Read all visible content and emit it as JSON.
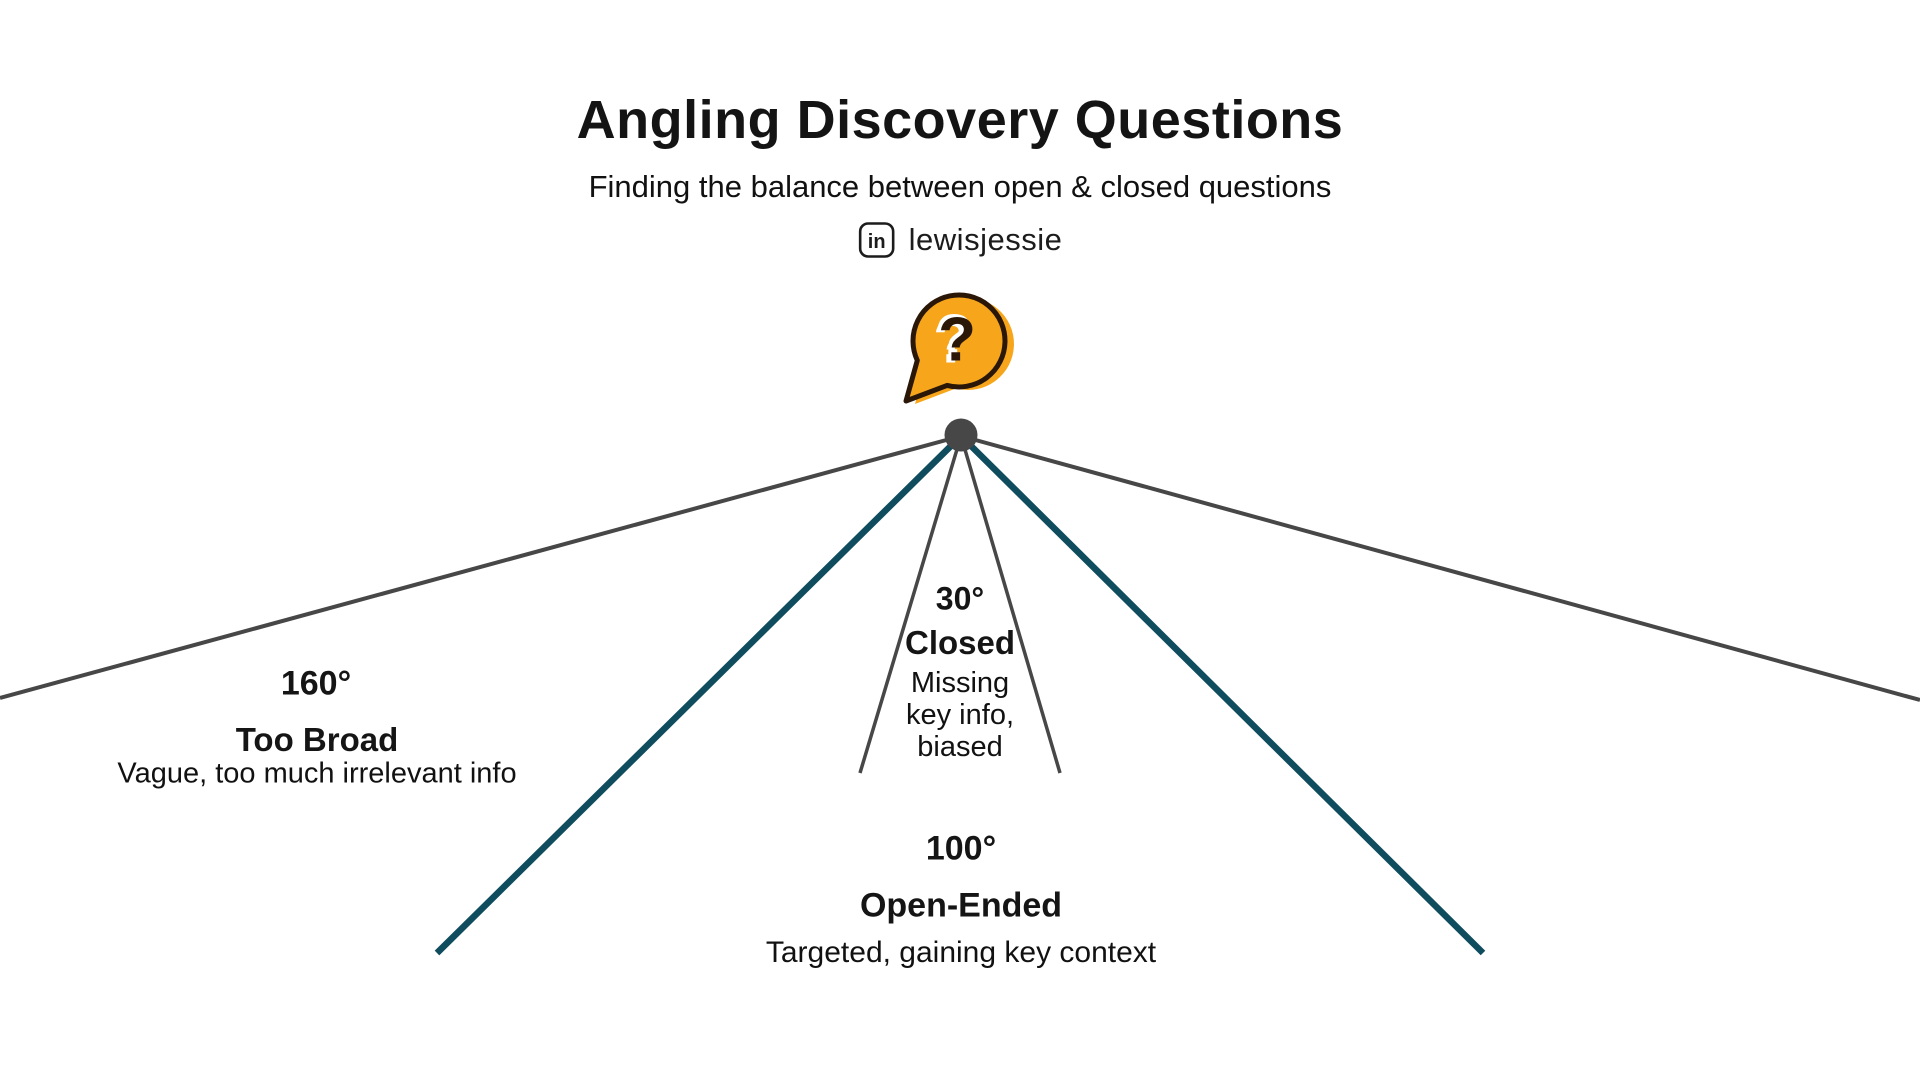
{
  "header": {
    "title": "Angling Discovery Questions",
    "subtitle": "Finding the balance between open & closed questions",
    "byline": {
      "handle": "lewisjessie",
      "icon_glyph": "in"
    }
  },
  "bubble": {
    "glyph": "?"
  },
  "angles": {
    "broad": {
      "degrees": "160°",
      "name": "Too Broad",
      "description": "Vague, too much irrelevant info"
    },
    "closed": {
      "degrees": "30°",
      "name": "Closed",
      "description": "Missing key info, biased"
    },
    "open": {
      "degrees": "100°",
      "name": "Open-Ended",
      "description": "Targeted, gaining key context"
    }
  },
  "colors": {
    "line_teal": "#0e4c5e",
    "line_gray": "#474747",
    "vertex_dot": "#474747",
    "bubble_fill": "#f7a61c",
    "bubble_outline": "#2a1708",
    "text": "#151515"
  }
}
